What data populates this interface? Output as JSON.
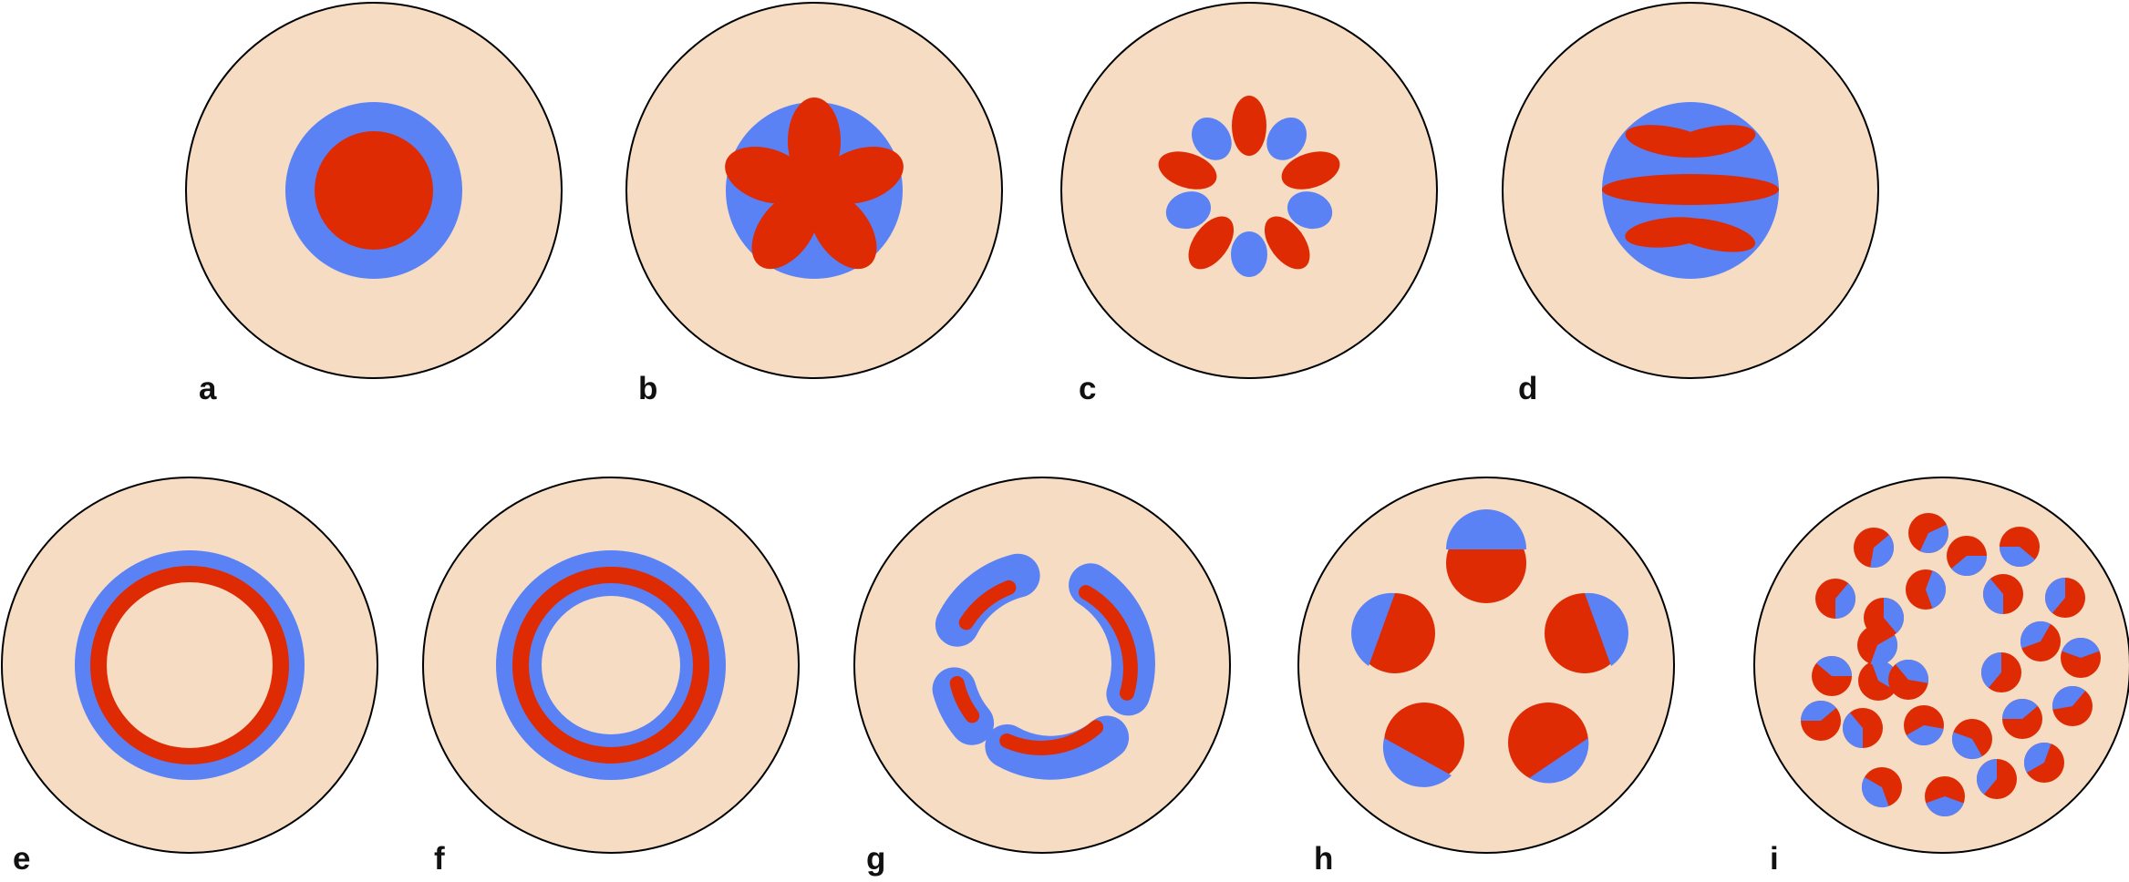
{
  "colors": {
    "background": "#f5dcc3",
    "outline": "#000000",
    "blue": "#5b82f5",
    "red": "#de2b04"
  },
  "panels": [
    {
      "label": "a"
    },
    {
      "label": "b"
    },
    {
      "label": "c"
    },
    {
      "label": "d"
    },
    {
      "label": "e"
    },
    {
      "label": "f"
    },
    {
      "label": "g"
    },
    {
      "label": "h"
    },
    {
      "label": "i"
    }
  ]
}
